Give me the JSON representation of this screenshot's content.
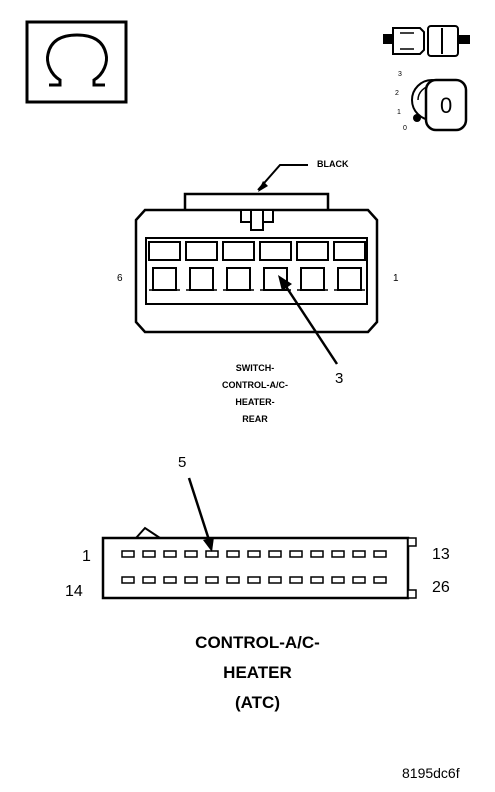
{
  "connector_top": {
    "wire_color": "BLACK",
    "pin_left": "6",
    "pin_right": "1",
    "callout_pin": "3",
    "name_lines": [
      "SWITCH-",
      "CONTROL-A/C-",
      "HEATER-",
      "REAR"
    ]
  },
  "connector_bottom": {
    "callout_pin": "5",
    "pin_row1_start": "1",
    "pin_row1_end": "13",
    "pin_row2_start": "14",
    "pin_row2_end": "26",
    "name_lines": [
      "CONTROL-A/C-",
      "HEATER",
      "(ATC)"
    ]
  },
  "key_switch_positions": [
    "3",
    "2",
    "1",
    "0"
  ],
  "key_label": "0",
  "reference_code": "8195dc6f",
  "icons": [
    "ohm-symbol-icon",
    "connector-plug-icon",
    "ignition-key-icon"
  ]
}
